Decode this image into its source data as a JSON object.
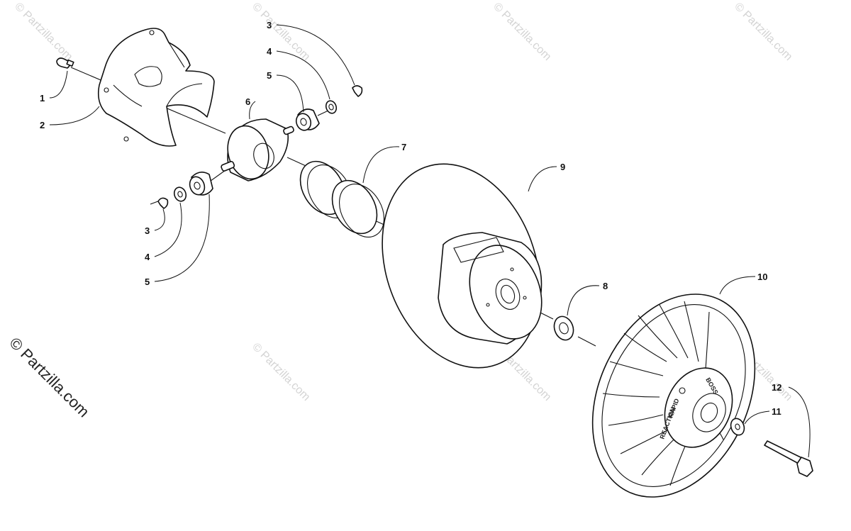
{
  "watermark": {
    "text": "© Partzilla.com"
  },
  "callouts": [
    {
      "id": "c1",
      "label": "1"
    },
    {
      "id": "c2",
      "label": "2"
    },
    {
      "id": "c3a",
      "label": "3"
    },
    {
      "id": "c4a",
      "label": "4"
    },
    {
      "id": "c5a",
      "label": "5"
    },
    {
      "id": "c6",
      "label": "6"
    },
    {
      "id": "c3b",
      "label": "3"
    },
    {
      "id": "c4b",
      "label": "4"
    },
    {
      "id": "c5b",
      "label": "5"
    },
    {
      "id": "c7",
      "label": "7"
    },
    {
      "id": "c9",
      "label": "9"
    },
    {
      "id": "c8",
      "label": "8"
    },
    {
      "id": "c10",
      "label": "10"
    },
    {
      "id": "c11",
      "label": "11"
    },
    {
      "id": "c12",
      "label": "12"
    }
  ],
  "sheave_embossing": {
    "line1": "RAPID",
    "line2": "REACTION",
    "brand": "BOSS"
  }
}
